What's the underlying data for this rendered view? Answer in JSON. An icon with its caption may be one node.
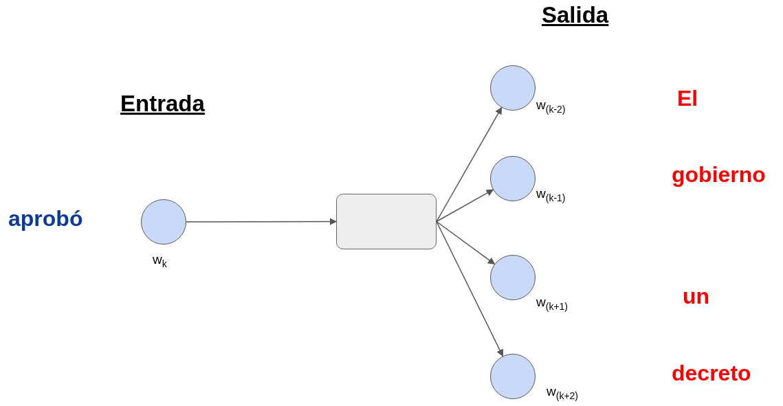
{
  "diagram": {
    "nodes": [
      {
        "text": [],
        "shape": "circle",
        "beside": [
          "w$_{k}$"
        ]
      },
      {
        "text": [],
        "shape": "box"
      },
      {
        "text": [],
        "shape": "circle",
        "beside": [
          "w$_{(k-2)}$"
        ]
      },
      {
        "text": [],
        "shape": "circle",
        "beside": [
          "w$_{(k-1)}$"
        ]
      },
      {
        "text": [],
        "shape": "circle",
        "beside": [
          "w$_{(k+1)}$"
        ]
      },
      {
        "text": [],
        "shape": "circle",
        "beside": [
          "w$_{(k+2)}$"
        ]
      }
    ],
    "edges": [
      {
        "from": 0,
        "to": 1,
        "arrow": "to"
      },
      {
        "from": 1,
        "to": 2,
        "arrow": "to"
      },
      {
        "from": 1,
        "to": 3,
        "arrow": "to"
      },
      {
        "from": 1,
        "to": 4,
        "arrow": "to"
      },
      {
        "from": 1,
        "to": 5,
        "arrow": "to"
      }
    ],
    "labels": [
      "Salida",
      "Entrada",
      "El",
      "gobierno",
      "aprobó",
      "un",
      "decreto"
    ]
  }
}
